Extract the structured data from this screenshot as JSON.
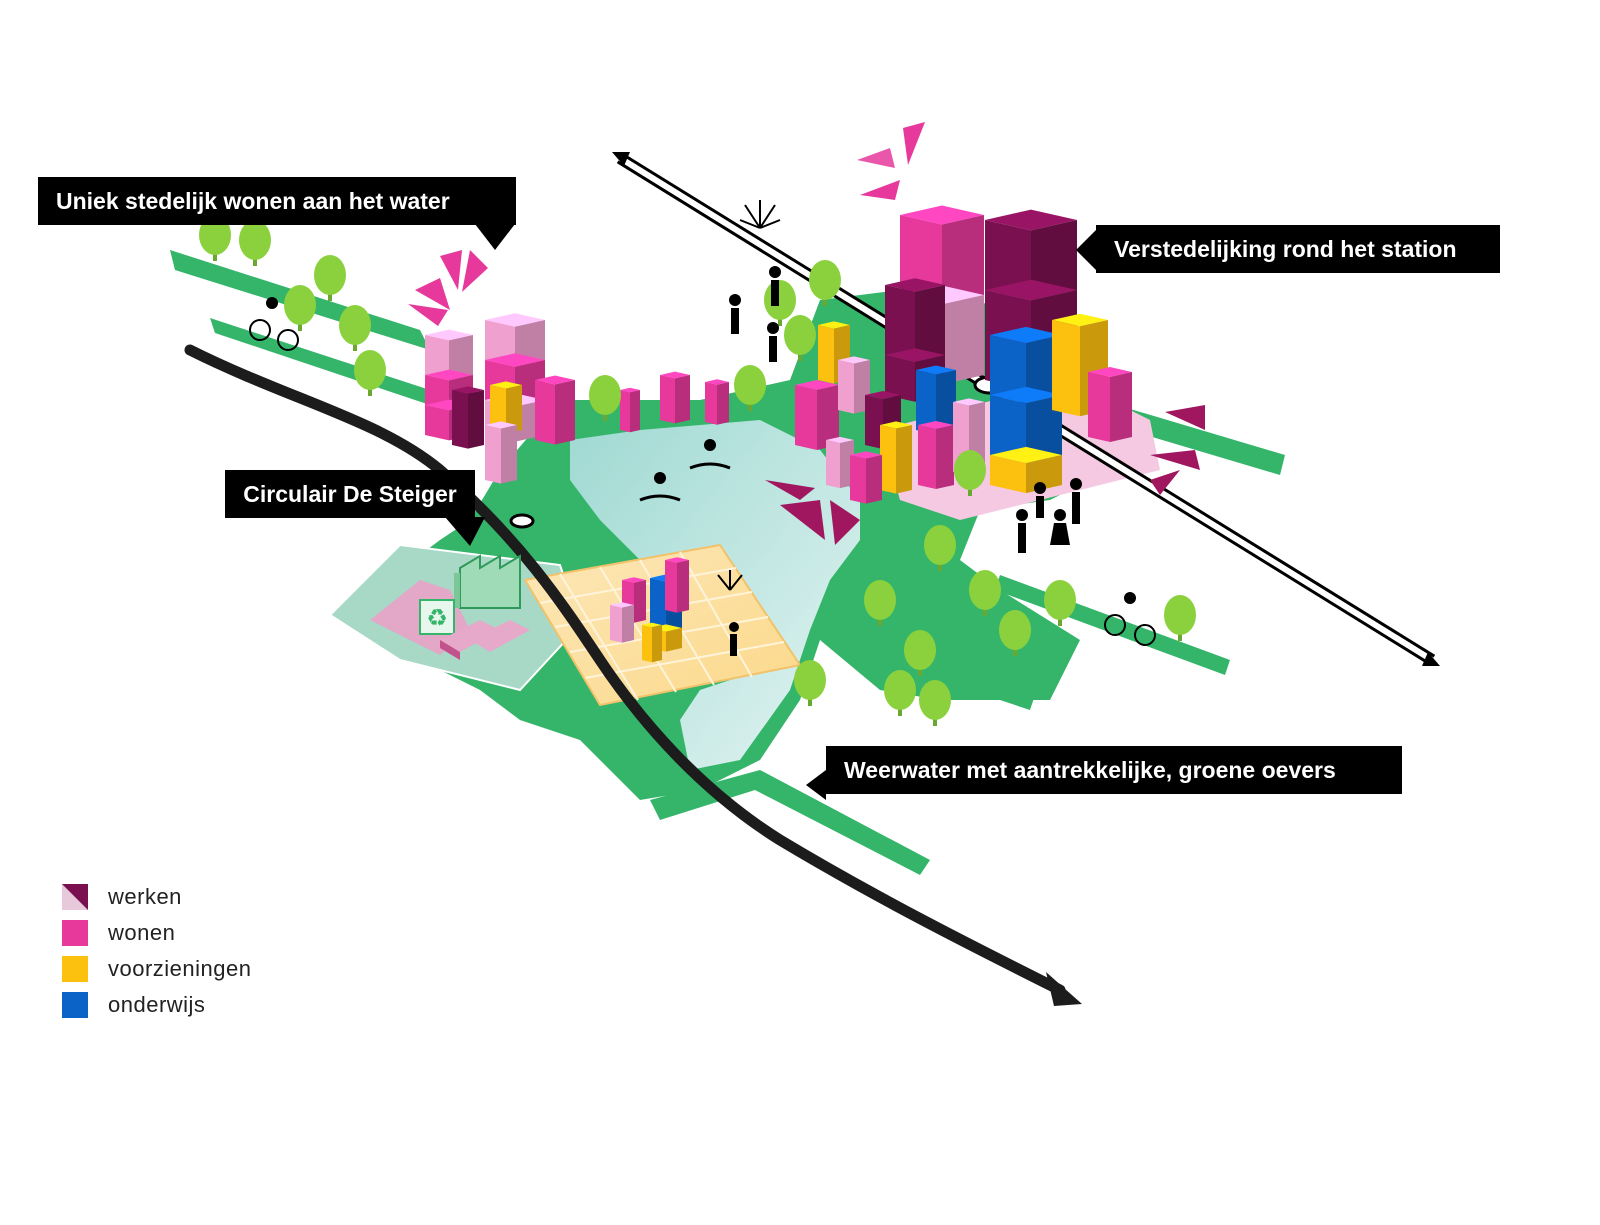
{
  "callouts": {
    "wonen_water": "Uniek stedelijk wonen aan het water",
    "station": "Verstedelijking rond het station",
    "steiger": "Circulair De Steiger",
    "weerwater": "Weerwater met aantrekkelijke, groene oevers"
  },
  "legend": {
    "items": [
      {
        "label": "werken",
        "color": "#7a1050",
        "color2": "#e8c9dc"
      },
      {
        "label": "wonen",
        "color": "#e6399b"
      },
      {
        "label": "voorzieningen",
        "color": "#fcc10f"
      },
      {
        "label": "onderwijs",
        "color": "#0b63c7"
      }
    ]
  },
  "colors": {
    "green": "#34b56a",
    "water": "#c4e8e4",
    "tree": "#8bd13d",
    "rail": "#1c1c1c",
    "werken": "#7a1050",
    "wonen": "#e6399b",
    "wonen_light": "#f0a0cf",
    "voorzieningen": "#fcc10f",
    "onderwijs": "#0b63c7"
  }
}
